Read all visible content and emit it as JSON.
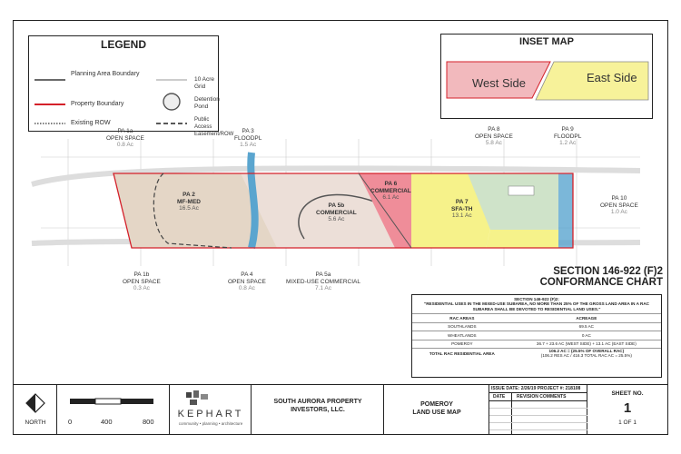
{
  "legend": {
    "title": "LEGEND",
    "planning_area_boundary": "Planning Area Boundary",
    "property_boundary": "Property Boundary",
    "existing_row": "Existing  ROW",
    "ten_acre_grid": "10 Acre Grid",
    "detention_pond": "Detention Pond",
    "public_access": "Public Access Easement/ROW"
  },
  "inset_map": {
    "title": "INSET MAP",
    "west_side": "West Side",
    "east_side": "East Side",
    "colors": {
      "west": "#f2b9bd",
      "east": "#f7f29a"
    }
  },
  "parcels": {
    "pa1a": {
      "name": "PA 1a",
      "use": "OPEN SPACE",
      "acres": "0.8 Ac"
    },
    "pa1b": {
      "name": "PA 1b",
      "use": "OPEN SPACE",
      "acres": "0.3 Ac"
    },
    "pa2": {
      "name": "PA 2",
      "use": "MF-MED",
      "acres": "16.5 Ac"
    },
    "pa3": {
      "name": "PA 3",
      "use": "FLOODPL",
      "acres": "1.5 Ac"
    },
    "pa4": {
      "name": "PA 4",
      "use": "OPEN SPACE",
      "acres": "0.8 Ac"
    },
    "pa5a": {
      "name": "PA 5a",
      "use": "MIXED-USE COMMERCIAL",
      "acres": "7.1 Ac"
    },
    "pa5b": {
      "name": "PA 5b",
      "use": "COMMERCIAL",
      "acres": "5.6 Ac"
    },
    "pa6": {
      "name": "PA 6",
      "use": "COMMERCIAL",
      "acres": "6.1 Ac"
    },
    "pa7": {
      "name": "PA 7",
      "use": "SFA-TH",
      "acres": "13.1 Ac"
    },
    "pa8": {
      "name": "PA 8",
      "use": "OPEN SPACE",
      "acres": "5.8 Ac"
    },
    "pa9": {
      "name": "PA 9",
      "use": "FLOODPL",
      "acres": "1.2 Ac"
    },
    "pa10": {
      "name": "PA 10",
      "use": "OPEN SPACE",
      "acres": "1.0 Ac"
    }
  },
  "colors": {
    "mf_med": "#e4d6c6",
    "commercial": "#ef8d99",
    "mixed": "#ecdfd8",
    "sfa": "#f6f28a",
    "open_space": "#cfe3c9",
    "floodpl": "#5aa5cf",
    "property_boundary": "#d4202a"
  },
  "section": {
    "title_line1": "SECTION 146-922 (F)2",
    "title_line2": "CONFORMANCE CHART"
  },
  "chart_data": {
    "type": "table",
    "heading": "SECTION 146-922 (F)2:",
    "quote": "\"RESIDENTIAL USES IN THE MIXED-USE SUBAREA, NO MORE THAN 25% OF THE GROSS LAND AREA IN A RAC SUBAREA SHALL BE DEVOTED TO RESIDENTIAL LAND USES.\"",
    "columns": [
      "RAC AREAS",
      "ACREAGE"
    ],
    "rows": [
      [
        "SOUTHLANDS",
        "69.5 AC"
      ],
      [
        "WHEATLANDS",
        "0 AC"
      ],
      [
        "POMEROY",
        "36.7 + 23.6 AC (WEST SIDE) + 13.1 AC (EAST SIDE)"
      ]
    ],
    "total_label": "TOTAL RAC RESIDENTIAL AREA",
    "total_value": "106.2 AC = (25.5% OF OVERALL RAC)",
    "total_detail": "(106.2 RES AC / 416.3 TOTAL RAC AC = 25.5%)"
  },
  "title_block": {
    "north": "NORTH",
    "scale_labels": [
      "0",
      "400",
      "800"
    ],
    "firm_name": "KEPHART",
    "firm_tagline": "community • planning • architecture",
    "client": "SOUTH AURORA PROPERTY INVESTORS, LLC.",
    "project_line1": "POMEROY",
    "project_line2": "LAND USE MAP",
    "issue": "ISSUE DATE: 2/26/19 PROJECT #: 218108",
    "date_col": "DATE",
    "revisions_col": "REVISION COMMENTS",
    "sheet_label": "SHEET NO.",
    "sheet_number": "1",
    "sheet_of": "1  OF  1"
  }
}
